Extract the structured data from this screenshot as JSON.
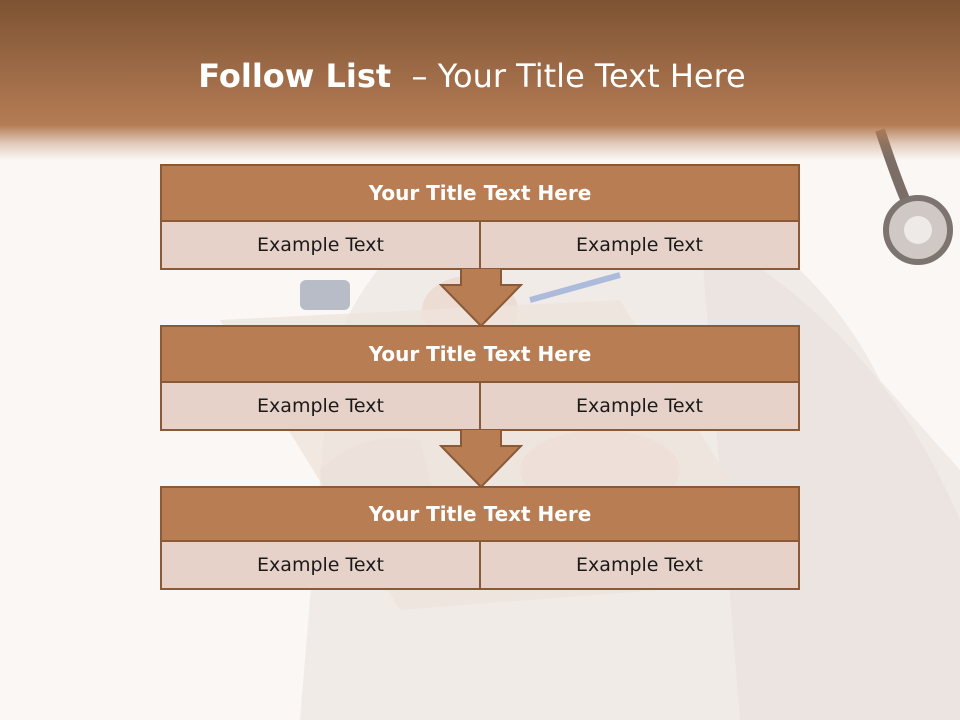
{
  "slide": {
    "title_bold": "Follow List",
    "title_rest": "  – Your Title Text Here"
  },
  "boxes": [
    {
      "title": "Your Title Text Here",
      "left": "Example Text",
      "right": "Example Text"
    },
    {
      "title": "Your Title Text Here",
      "left": "Example Text",
      "right": "Example Text"
    },
    {
      "title": "Your Title Text Here",
      "left": "Example Text",
      "right": "Example Text"
    }
  ],
  "colors": {
    "header": "#9a6845",
    "box_title": "#b87d52",
    "box_cell": "#e7d2ca",
    "border": "#8a5a38"
  }
}
